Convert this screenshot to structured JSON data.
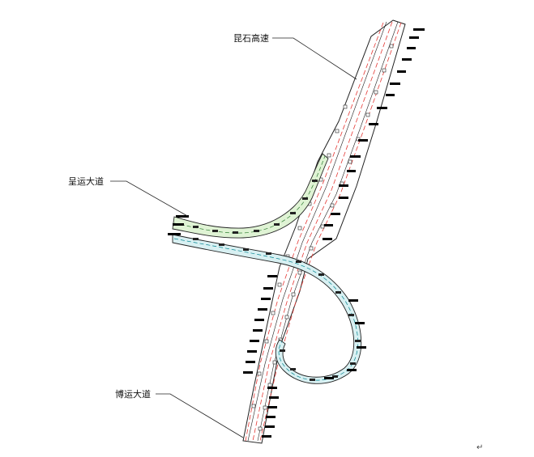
{
  "labels": {
    "kunshi": "昆石高速",
    "chengyun": "呈运大道",
    "boyun": "博运大道"
  },
  "paragraph_mark": "↵",
  "colors": {
    "outline": "#222222",
    "centerline": "#e53935",
    "ramp_green_fill": "#dff3d4",
    "ramp_cyan_fill": "#d8f0f2",
    "pier_marker": "#000000"
  }
}
